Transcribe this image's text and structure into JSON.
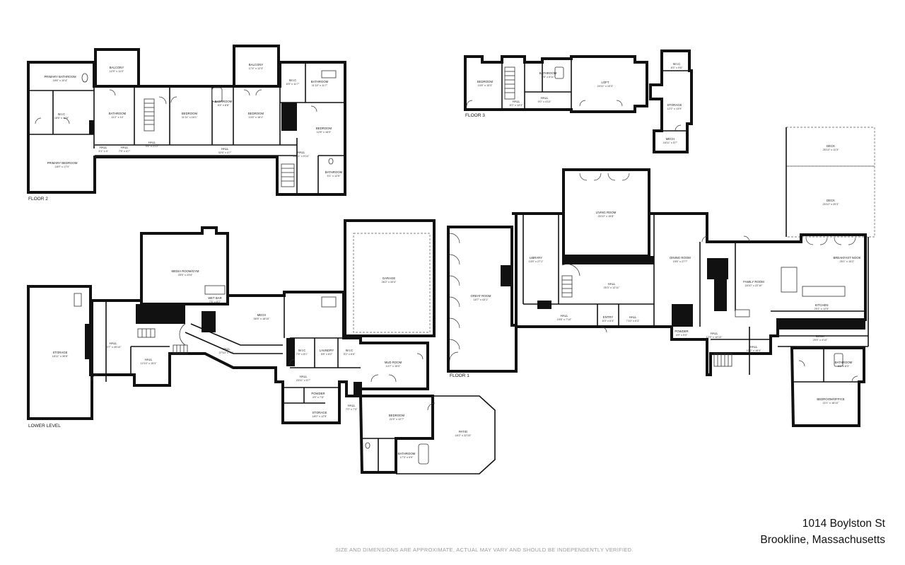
{
  "address": {
    "street": "1014 Boylston St",
    "city": "Brookline, Massachusetts"
  },
  "disclaimer": "SIZE AND DIMENSIONS ARE APPROXIMATE, ACTUAL MAY VARY AND SHOULD BE INDEPENDENTLY VERIFIED.",
  "floor_labels": {
    "floor2": "FLOOR 2",
    "floor3": "FLOOR 3",
    "lower": "LOWER LEVEL",
    "floor1": "FLOOR 1"
  },
  "rooms": {
    "f2_primary_bath": {
      "name": "PRIMARY BATHROOM",
      "dim": "18'6\" x 10'4\""
    },
    "f2_balcony_a": {
      "name": "BALCONY",
      "dim": "12'9\" x 11'0\""
    },
    "f2_balcony_b": {
      "name": "BALCONY",
      "dim": "17'4\" x 12'3\""
    },
    "f2_wic_a": {
      "name": "W.I.C",
      "dim": "18'6\" x 11'9\""
    },
    "f2_bathroom_a": {
      "name": "BATHROOM",
      "dim": "11'2\" x 10'"
    },
    "f2_hall_a": {
      "name": "HALL",
      "dim": "9'6\" x 21'2\""
    },
    "f2_bedroom_a": {
      "name": "BEDROOM",
      "dim": "11'11\" x 16'1\""
    },
    "f2_bathroom_b": {
      "name": "BATHROOM",
      "dim": "6'4\" x 8'8\""
    },
    "f2_bedroom_b": {
      "name": "BEDROOM",
      "dim": "13'4\" x 16'1\""
    },
    "f2_wic_b": {
      "name": "W.I.C",
      "dim": "8'5\" x 11'7\""
    },
    "f2_bathroom_c": {
      "name": "BATHROOM",
      "dim": "11'10\" x 11'7\""
    },
    "f2_bedroom_c": {
      "name": "BEDROOM",
      "dim": "12'8\" x 16'0\""
    },
    "f2_primary_bed": {
      "name": "PRIMARY BEDROOM",
      "dim": "18'9\" x 17'0\""
    },
    "f2_hall_b": {
      "name": "HALL",
      "dim": "5'1\" x 4'"
    },
    "f2_hall_c": {
      "name": "HALL",
      "dim": "7'5\" x 4'7\""
    },
    "f2_hall_d": {
      "name": "HALL",
      "dim": "32'6\" x 4'7\""
    },
    "f2_hall_e": {
      "name": "HALL",
      "dim": "10'11\" x 5'10\""
    },
    "f2_bathroom_d": {
      "name": "BATHROOM",
      "dim": "5'1\" x 12'5\""
    },
    "f3_bedroom": {
      "name": "BEDROOM",
      "dim": "10'6\" x 15'3\""
    },
    "f3_hall_a": {
      "name": "HALL",
      "dim": "8'2\" x 13'3\""
    },
    "f3_bathroom": {
      "name": "BATHROOM",
      "dim": "9'8\" x 6'11\""
    },
    "f3_hall_b": {
      "name": "HALL",
      "dim": "9'0\" x 4'10\""
    },
    "f3_loft": {
      "name": "LOFT",
      "dim": "24'11\" x 15'3\""
    },
    "f3_wic": {
      "name": "W.I.C",
      "dim": "8'3\" x 9'6\""
    },
    "f3_storage": {
      "name": "STORAGE",
      "dim": "12'2\" x 13'9\""
    },
    "f3_mech": {
      "name": "MECH",
      "dim": "16'11\" x 5'7\""
    },
    "ll_media": {
      "name": "MEDIA ROOM/GYM",
      "dim": "25'9\" x 23'6\""
    },
    "ll_wetbar": {
      "name": "WET BAR",
      "dim": "7'5\" x 8'2\""
    },
    "ll_storage_a": {
      "name": "STORAGE",
      "dim": "18'11\" x 39'8\""
    },
    "ll_hall_a": {
      "name": "HALL",
      "dim": "13'7\" x 25'10\""
    },
    "ll_hall_b": {
      "name": "HALL",
      "dim": "12'10\" x 15'3\""
    },
    "ll_hall_c": {
      "name": "HALL",
      "dim": "27'10\" x 7'6\""
    },
    "ll_mech": {
      "name": "MECH",
      "dim": "38'5\" x 18'10\""
    },
    "ll_garage": {
      "name": "GARAGE",
      "dim": "26'2\" x 33'4\""
    },
    "ll_wic_a": {
      "name": "W.I.C",
      "dim": "7'5\" x 8'1\""
    },
    "ll_laundry": {
      "name": "LAUNDRY",
      "dim": "5'8\" x 8'2\""
    },
    "ll_wic_b": {
      "name": "W.I.C",
      "dim": "5'2\" x 6'6\""
    },
    "ll_mudroom": {
      "name": "MUD ROOM",
      "dim": "14'7\" x 15'0\""
    },
    "ll_hall_d": {
      "name": "HALL",
      "dim": "23'11\" x 5'7\""
    },
    "ll_powder": {
      "name": "POWDER",
      "dim": "4'9\" x 7'8\""
    },
    "ll_storage_b": {
      "name": "STORAGE",
      "dim": "18'0\" x 12'5\""
    },
    "ll_hall_e": {
      "name": "HALL",
      "dim": "7'0\" x 7'3\""
    },
    "ll_bedroom": {
      "name": "BEDROOM",
      "dim": "21'5\" x 12'7\""
    },
    "ll_bathroom": {
      "name": "BATHROOM",
      "dim": "17'3\" x 9'9\""
    },
    "ll_patio": {
      "name": "PATIO",
      "dim": "18'2\" x 22'10\""
    },
    "f1_great": {
      "name": "GREAT ROOM",
      "dim": "18'7\" x 43'1\""
    },
    "f1_library": {
      "name": "LIBRARY",
      "dim": "13'5\" x 27'1\""
    },
    "f1_living": {
      "name": "LIVING ROOM",
      "dim": "25'10\" x 15'8\""
    },
    "f1_hall_a": {
      "name": "HALL",
      "dim": "25'3\" x 12'11\""
    },
    "f1_hall_b": {
      "name": "HALL",
      "dim": "19'8\" x 7'10\""
    },
    "f1_entry": {
      "name": "ENTRY",
      "dim": "6'3\" x 6'3\""
    },
    "f1_hall_c": {
      "name": "HALL",
      "dim": "7'10\" x 6'3\""
    },
    "f1_dining": {
      "name": "DINING ROOM",
      "dim": "15'6\" x 27'7\""
    },
    "f1_family": {
      "name": "FAMILY ROOM",
      "dim": "16'10\" x 22'10\""
    },
    "f1_breakfast": {
      "name": "BREAKFAST NOOK",
      "dim": "25'1\" x 15'2\""
    },
    "f1_kitchen": {
      "name": "KITCHEN",
      "dim": "25'1\" x 12'5\""
    },
    "f1_deck_a": {
      "name": "DECK",
      "dim": "25'10\" x 11'3\""
    },
    "f1_deck_b": {
      "name": "DECK",
      "dim": "25'10\" x 20'3\""
    },
    "f1_deck_c": {
      "name": "DECK",
      "dim": "29'5\" x 4'10\""
    },
    "f1_powder": {
      "name": "POWDER",
      "dim": "4'9\" x 5'0\""
    },
    "f1_hall_d": {
      "name": "HALL",
      "dim": "12'9\" x 10'10\""
    },
    "f1_hall_e": {
      "name": "HALL",
      "dim": "12'2\" x 16'4\""
    },
    "f1_bathroom": {
      "name": "BATHROOM",
      "dim": "6'1\" x 8'3\""
    },
    "f1_bedroom_office": {
      "name": "BEDROOM/OFFICE",
      "dim": "22'1\" x 18'10\""
    }
  }
}
